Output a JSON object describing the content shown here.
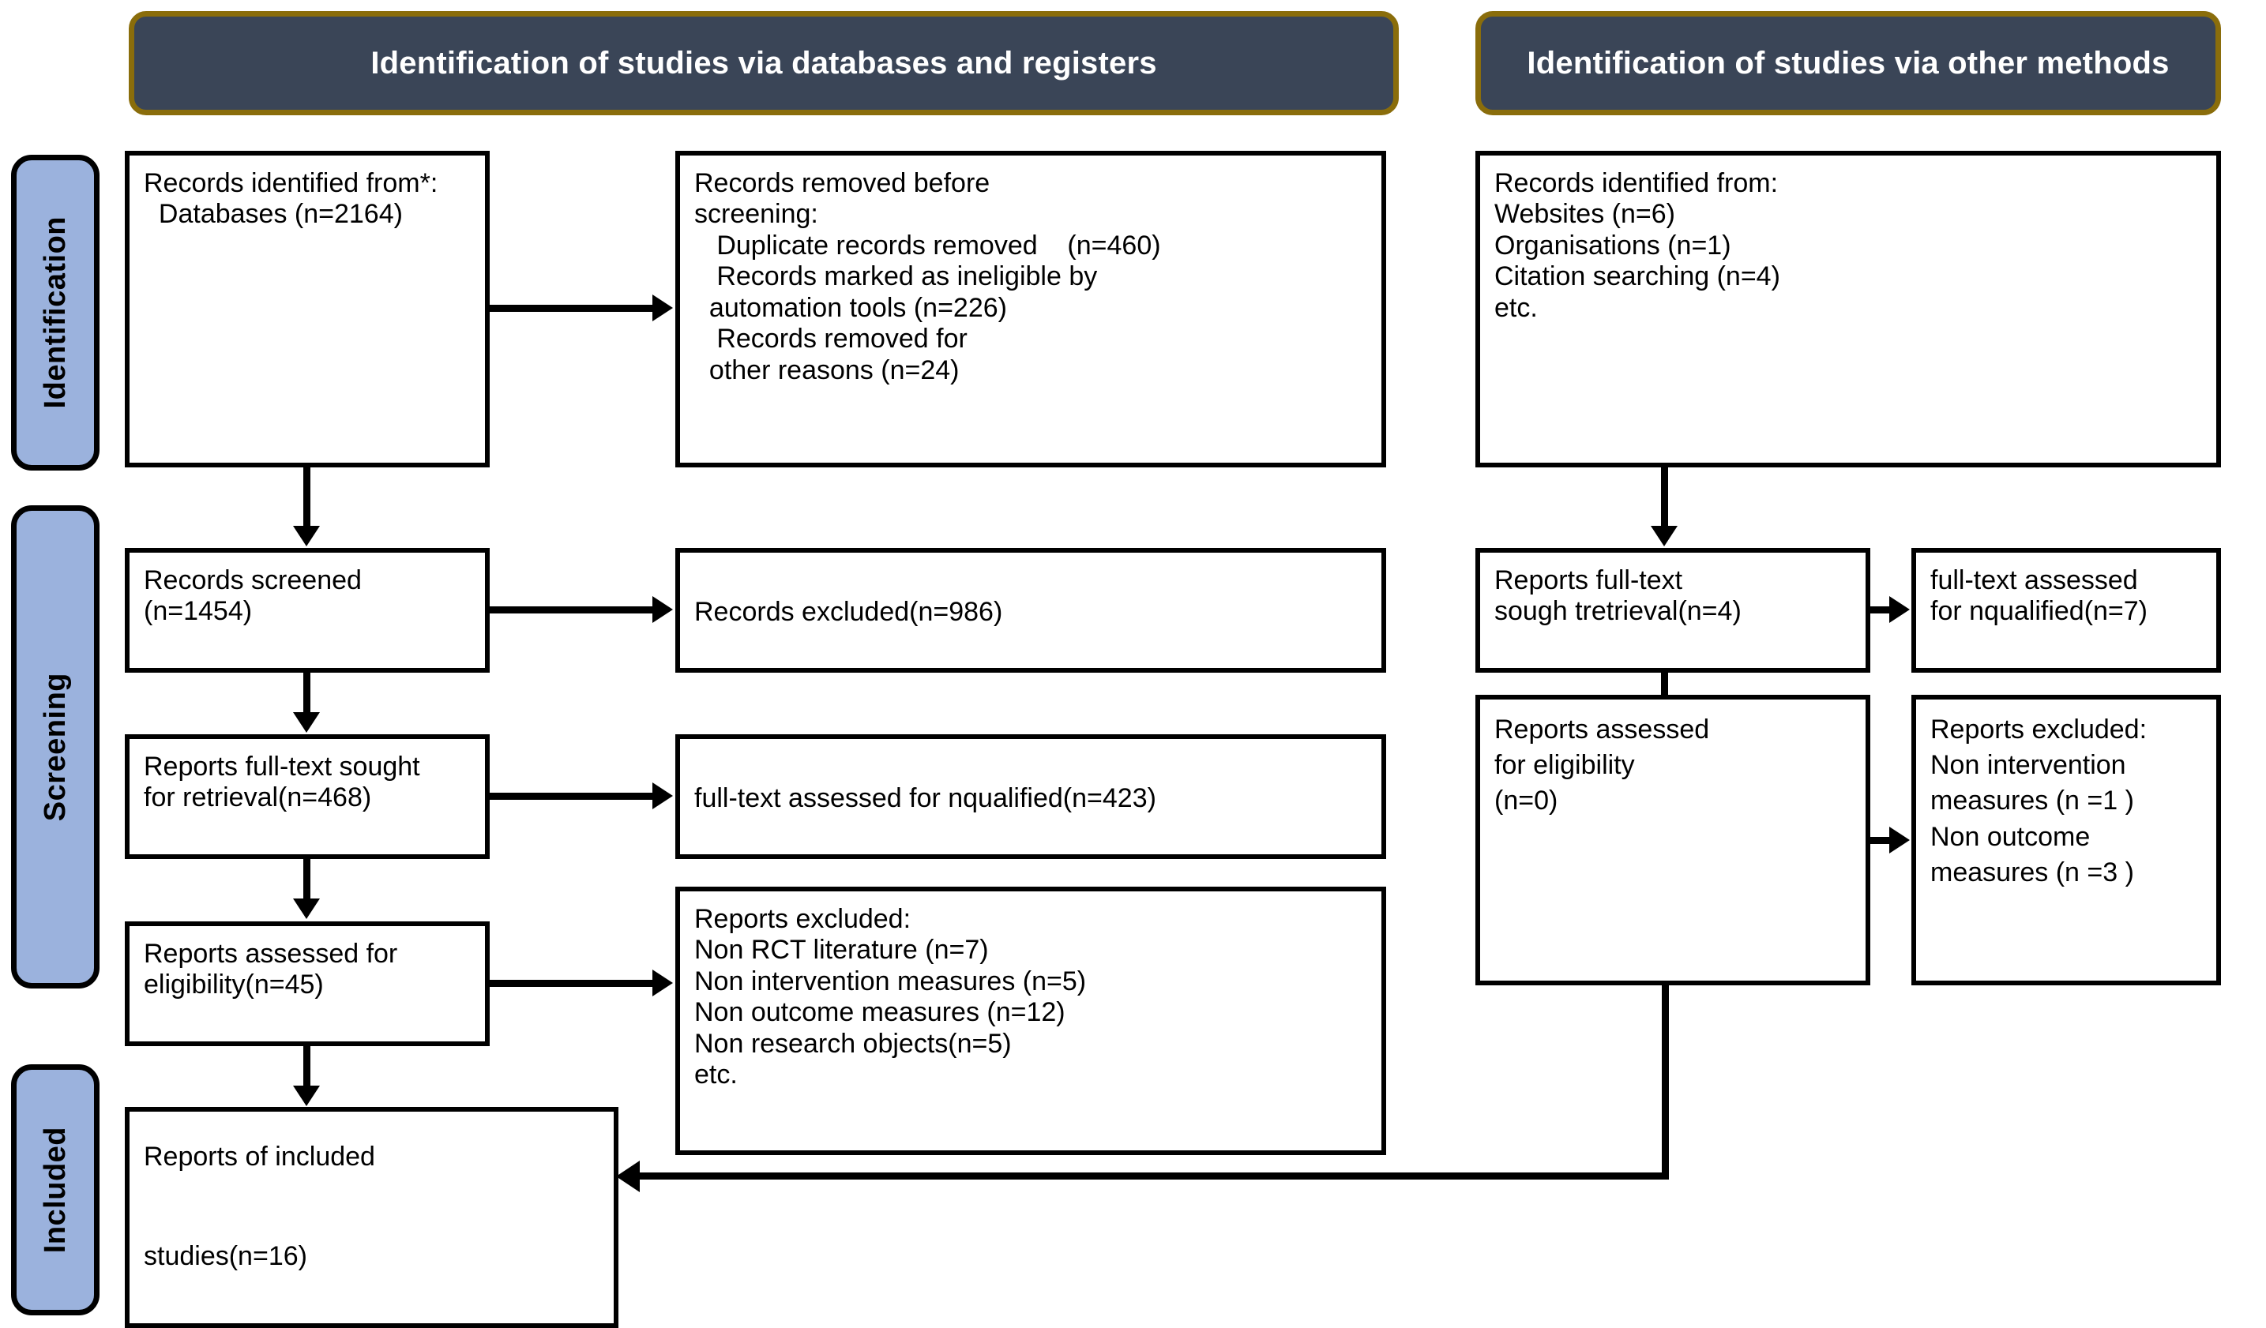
{
  "diagram": {
    "title": "PRISMA 2020 flow diagram",
    "colors": {
      "banner_background": "#3a4557",
      "banner_border": "#8a6d0b",
      "banner_text": "#ffffff",
      "stage_pill_background": "#9bb2dd",
      "box_border": "#000000",
      "page_background": "#ffffff"
    }
  },
  "banners": {
    "databases": "Identification of studies via databases and registers",
    "other_methods": "Identification of studies via other methods"
  },
  "stages": {
    "identification": "Identification",
    "screening": "Screening",
    "included": "Included"
  },
  "left_column": {
    "identified": "Records identified from*:\n  Databases (n=2164)",
    "removed_before_screening": "Records removed before\nscreening:\n   Duplicate records removed    (n=460)\n   Records marked as ineligible by\n  automation tools (n=226)\n   Records removed for\n  other reasons (n=24)",
    "records_screened": "Records screened\n(n=1454)",
    "records_excluded": "Records excluded(n=986)",
    "reports_sought": "Reports full-text sought\nfor retrieval(n=468)",
    "fulltext_assessed": "full-text assessed for nqualified(n=423)",
    "reports_assessed": "Reports assessed for\neligibility(n=45)",
    "reports_excluded": "Reports excluded:\nNon RCT literature (n=7)\nNon intervention measures (n=5)\nNon outcome measures (n=12)\nNon research objects(n=5)\netc.",
    "included_studies": "Reports of included\n\nstudies(n=16)"
  },
  "right_column": {
    "identified": "Records identified from:\nWebsites (n=6)\nOrganisations (n=1)\nCitation searching (n=4)\netc.",
    "reports_sought": "Reports full-text\nsough tretrieval(n=4)",
    "fulltext_assessed": "full-text assessed\nfor nqualified(n=7)",
    "reports_assessed": "Reports assessed\nfor eligibility\n(n=0)",
    "reports_excluded": "Reports excluded:\nNon intervention\nmeasures (n =1 )\nNon outcome\nmeasures (n =3 )"
  }
}
